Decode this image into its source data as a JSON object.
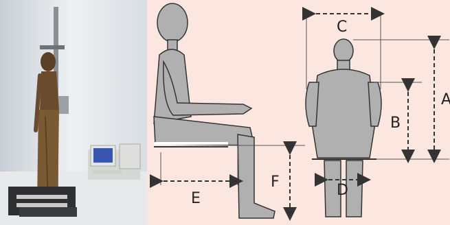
{
  "labels": {
    "a": "A",
    "b": "B",
    "c": "C",
    "d": "D",
    "e": "E",
    "f": "F"
  },
  "colors": {
    "diagram_background": "#fbe7e0",
    "body_fill": "#b0b0b0",
    "arrow_fill": "#ffffff",
    "line": "#333333"
  }
}
